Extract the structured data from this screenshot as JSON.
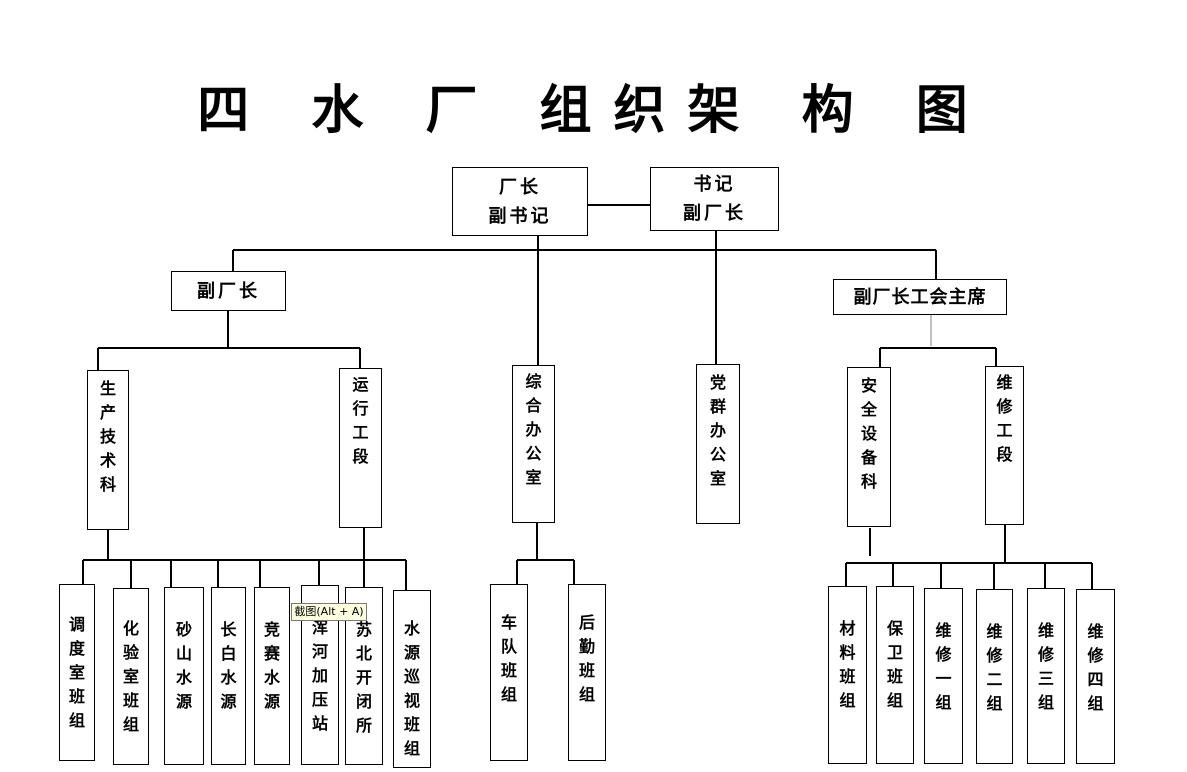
{
  "title": "四 水 厂 组织架 构 图",
  "top": {
    "left": [
      "厂长",
      "副书记"
    ],
    "right": [
      "书记",
      "副厂长"
    ]
  },
  "deputy_left": "副厂长",
  "deputy_right": "副厂长工会主席",
  "dept": {
    "production_tech": "生产技术科",
    "operation_section": "运行工段",
    "general_office": "综合办公室",
    "party_office": "党群办公室",
    "safety_equipment": "安全设备科",
    "maintenance_section": "维修工段"
  },
  "teams": {
    "dispatch": "调度室班组",
    "lab": "化验室班组",
    "shashan": "砂山水源",
    "changbai": "长白水源",
    "jingsai": "竞赛水源",
    "hunhe": "浑河加压站",
    "subei": "苏北开闭所",
    "patrol": "水源巡视班组",
    "fleet": "车队班组",
    "logistics": "后勤班组",
    "materials": "材料班组",
    "security": "保卫班组",
    "maint1": "维修一组",
    "maint2": "维修二组",
    "maint3": "维修三组",
    "maint4": "维修四组"
  },
  "tooltip": "截图(Alt + A)"
}
